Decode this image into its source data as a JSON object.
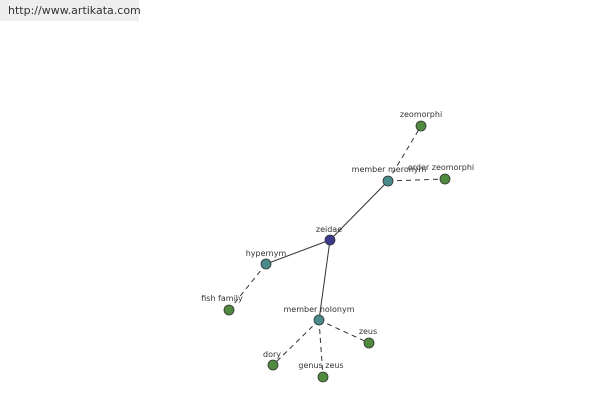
{
  "source_url": "http://www.artikata.com",
  "colors": {
    "center_node": "#3a3a8c",
    "relation_node": "#4a8a8a",
    "term_node": "#4f8a3f",
    "edge": "#333333"
  },
  "graph": {
    "center": {
      "label": "zeidae"
    },
    "relations": [
      {
        "label": "member meronym"
      },
      {
        "label": "hypernym"
      },
      {
        "label": "member holonym"
      }
    ],
    "terms": [
      {
        "label": "zeomorphi",
        "relation": 0
      },
      {
        "label": "order zeomorphi",
        "relation": 0
      },
      {
        "label": "fish family",
        "relation": 1
      },
      {
        "label": "zeus",
        "relation": 2
      },
      {
        "label": "dory",
        "relation": 2
      },
      {
        "label": "genus zeus",
        "relation": 2
      }
    ]
  }
}
